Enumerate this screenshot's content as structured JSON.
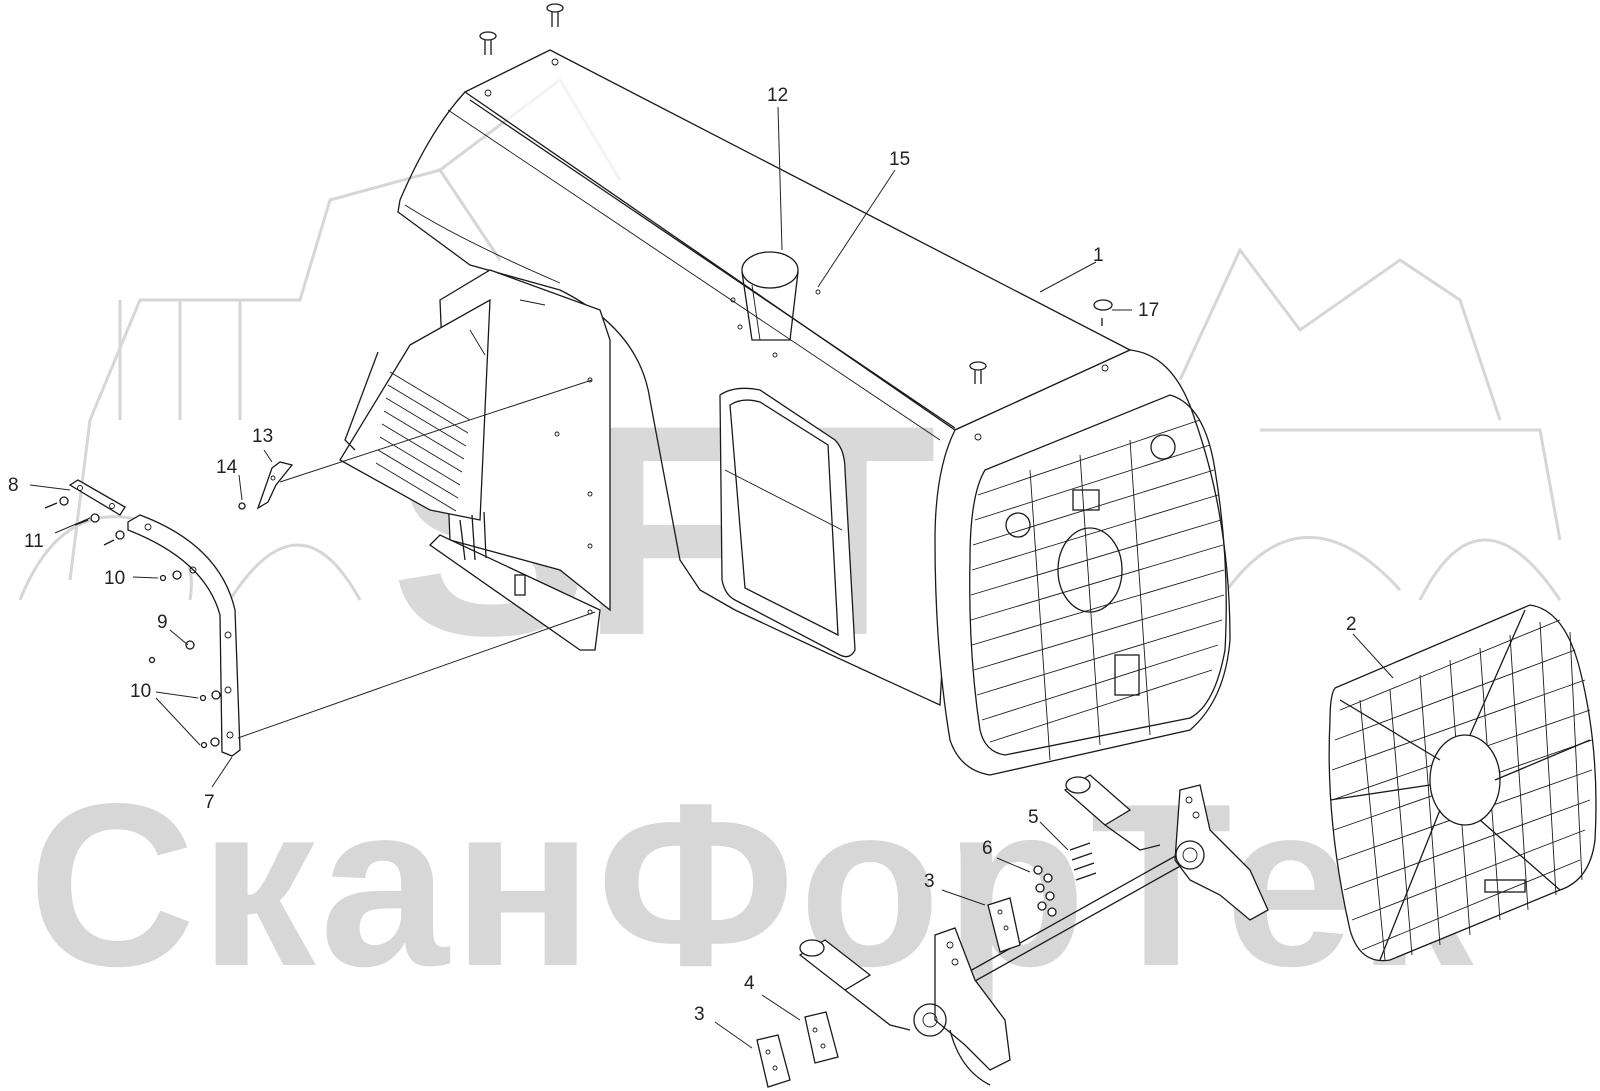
{
  "watermark": {
    "logo_text": "SFT",
    "company_text": "СканФорТек"
  },
  "callouts": [
    {
      "id": "c1",
      "label": "1"
    },
    {
      "id": "c2",
      "label": "2"
    },
    {
      "id": "c3a",
      "label": "3"
    },
    {
      "id": "c3b",
      "label": "3"
    },
    {
      "id": "c4",
      "label": "4"
    },
    {
      "id": "c5",
      "label": "5"
    },
    {
      "id": "c6",
      "label": "6"
    },
    {
      "id": "c7",
      "label": "7"
    },
    {
      "id": "c8",
      "label": "8"
    },
    {
      "id": "c9",
      "label": "9"
    },
    {
      "id": "c10a",
      "label": "10"
    },
    {
      "id": "c10b",
      "label": "10"
    },
    {
      "id": "c11",
      "label": "11"
    },
    {
      "id": "c12",
      "label": "12"
    },
    {
      "id": "c13",
      "label": "13"
    },
    {
      "id": "c14",
      "label": "14"
    },
    {
      "id": "c15",
      "label": "15"
    },
    {
      "id": "c17",
      "label": "17"
    }
  ]
}
